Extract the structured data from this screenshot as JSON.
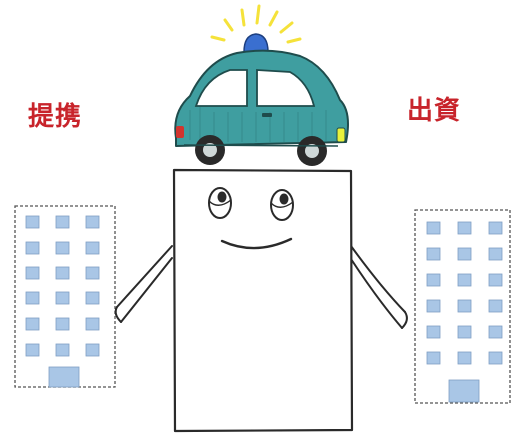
{
  "labels": {
    "left": "提携",
    "right": "出資"
  },
  "colors": {
    "label_red": "#c8242b",
    "car_body": "#3f9ea0",
    "car_window": "#ffffff",
    "siren": "#3a6fd0",
    "siren_glow": "#f5e23a",
    "headlight": "#e7f23c",
    "building_window": "#a9c6e6",
    "outline": "#2a2a2a"
  },
  "icons": {
    "car": "police-car-illustration",
    "character": "smiling-building-character",
    "left_building": "office-building-icon",
    "right_building": "office-building-icon"
  }
}
